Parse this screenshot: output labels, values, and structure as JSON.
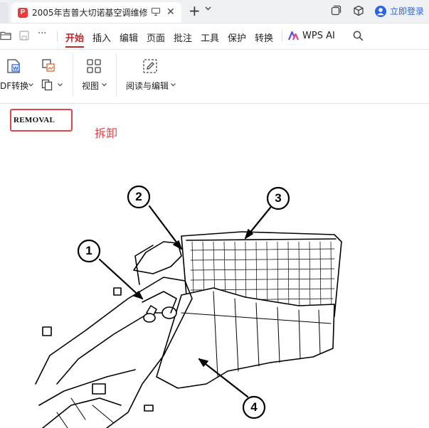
{
  "window": {
    "tab_title": "2005年吉普大切诺基空调维修",
    "pdf_badge": "P",
    "new_tab_symbol": "+",
    "close_symbol": "✕",
    "login_label": "立即登录"
  },
  "menubar": {
    "items": [
      "开始",
      "插入",
      "编辑",
      "页面",
      "批注",
      "工具",
      "保护",
      "转换"
    ],
    "active": "开始",
    "ai_label": "WPS AI",
    "more_symbol": "···"
  },
  "ribbon": {
    "pdf_convert": "DF转换",
    "view": "视图",
    "read_edit": "阅读与编辑"
  },
  "document": {
    "removal_heading": "REMOVAL",
    "annotation": "拆卸",
    "callouts": [
      "1",
      "2",
      "3",
      "4"
    ]
  },
  "colors": {
    "accent_red": "#c3262b",
    "annotation_red": "#e0444b",
    "login_blue": "#2b64e3"
  }
}
